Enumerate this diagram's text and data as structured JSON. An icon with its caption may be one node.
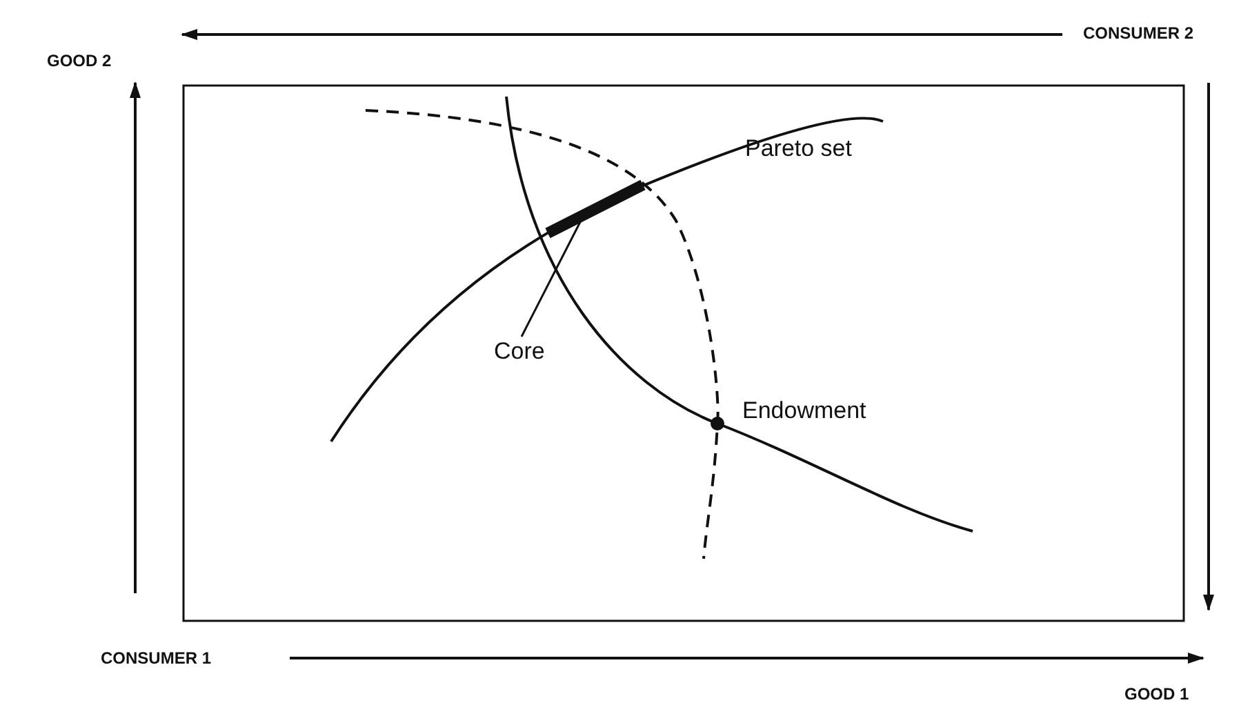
{
  "diagram": {
    "nodes": [
      {
        "text": [
          "Core"
        ]
      },
      {
        "text": [],
        "shape": "bar"
      }
    ],
    "edges": [
      {
        "from": 0,
        "to": 1,
        "arrow": "none"
      }
    ],
    "labels": [
      "CONSUMER 2",
      "GOOD 2",
      "Pareto set",
      "Endowment",
      "CONSUMER 1",
      "GOOD 1"
    ]
  }
}
